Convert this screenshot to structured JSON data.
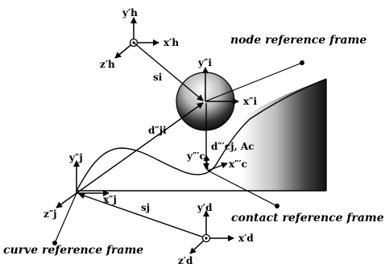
{
  "labels": {
    "node_frame": "node reference frame",
    "contact_frame": "contact reference frame",
    "curve_frame": "curve reference frame"
  },
  "symbols": {
    "yh": "y′h",
    "xh": "x′h",
    "zh": "z′h",
    "si": "si",
    "yi": "y″i",
    "xi": "x″i",
    "dij": "d″ji",
    "dcj": "d″′cj, Ac",
    "yc": "y″′c",
    "xc": "x″′c",
    "yj": "y″j",
    "xj": "x″j",
    "zj": "z″j",
    "sj": "sj",
    "yd": "y′d",
    "xd": "x′d",
    "zd": "z′d"
  },
  "colors": {
    "ink": "#000000",
    "shade_dark": "#111111",
    "shade_light": "#ffffff"
  }
}
